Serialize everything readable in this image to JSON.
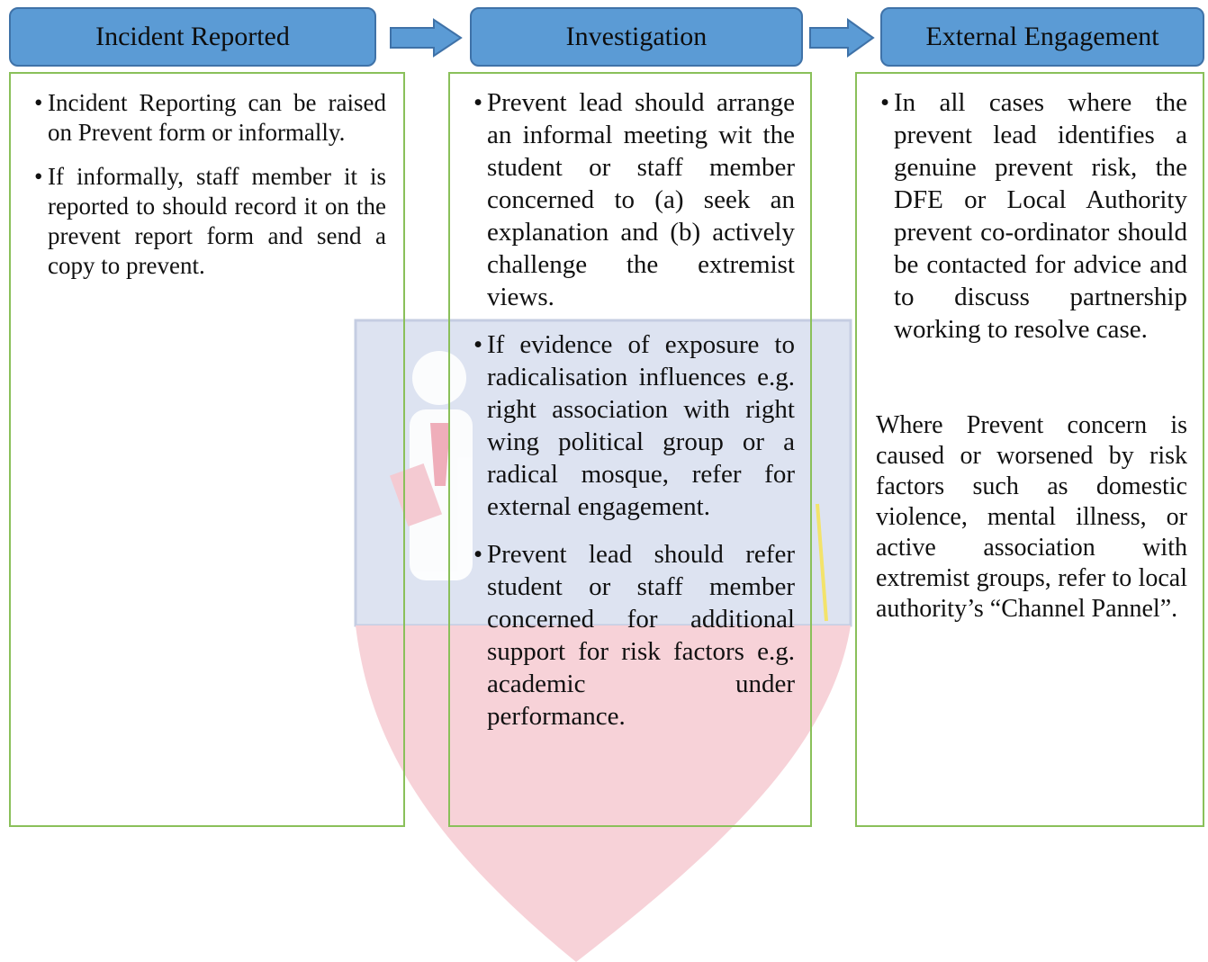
{
  "stages": [
    {
      "title": "Incident Reported",
      "bullets": [
        "Incident Reporting can be raised on Prevent form or informally.",
        "If informally, staff member it is reported to should record it on the prevent report form and send a copy to prevent."
      ]
    },
    {
      "title": "Investigation",
      "bullets": [
        "Prevent lead should arrange an informal meeting wit the student or staff member concerned to (a) seek an explanation and (b) actively challenge the extremist views.",
        "If evidence of exposure to radicalisation influences e.g. right association with right wing political group or a radical mosque, refer for external engagement.",
        "Prevent lead should refer student or staff member concerned for additional support for risk factors e.g. academic under performance."
      ]
    },
    {
      "title": "External Engagement",
      "bullets": [
        "In all cases where the prevent lead identifies a genuine prevent risk, the DFE or Local Authority prevent co-ordinator should be contacted for advice and to discuss partnership working to resolve case."
      ],
      "note": "Where Prevent concern is caused or worsened by risk factors such as domestic violence, mental illness, or active association with extremist groups, refer to local authority’s “Channel Pannel”."
    }
  ],
  "colors": {
    "header_fill": "#5b9bd5",
    "header_border": "#3f72a8",
    "box_border": "#8ac05a",
    "shield_blue": "#dde3f1",
    "shield_pink": "#f7d2d8"
  }
}
